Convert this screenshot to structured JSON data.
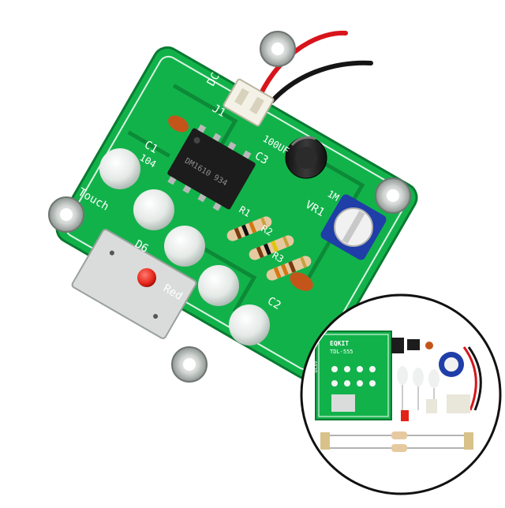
{
  "photo": {
    "main_board": {
      "labels": {
        "power": "DC5V",
        "connector": "J1",
        "brand": "EQKIT",
        "model": "TDL-555",
        "cap_c1": "C1",
        "cap_c1_value": "104",
        "cap_c3": "C3",
        "cap_c3_value": "100UF",
        "pot": "VR1",
        "pot_value": "1M",
        "touch": "Touch",
        "led_d6": "D6",
        "led_red": "Red",
        "cap_c2": "C2",
        "res_r1": "R1",
        "res_r2": "R2",
        "res_r3": "R3",
        "chip_text": "DM1610 934"
      },
      "colors": {
        "pcb": "#12b24a",
        "pcb_dark": "#0c8a37",
        "silkscreen": "#ffffff",
        "chip": "#1c1c1c",
        "pot": "#1f3ea8",
        "led_red": "#e32218",
        "cap_orange": "#c4551a"
      },
      "icon": "circuit-board"
    },
    "inset": {
      "labels": {
        "brand": "EQKIT",
        "model": "TDL-555",
        "power": "DC5V"
      },
      "icon": "diy-kit-parts"
    }
  }
}
